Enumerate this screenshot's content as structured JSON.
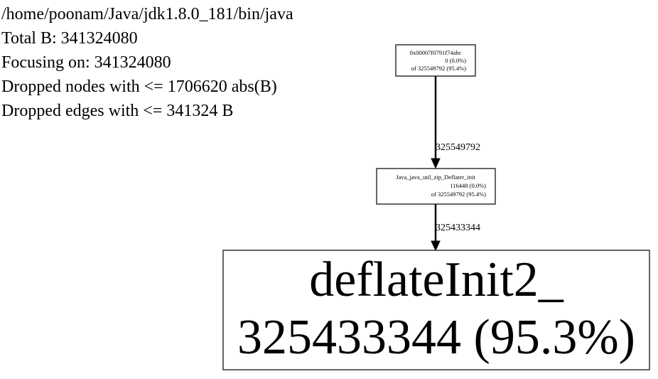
{
  "header": {
    "lines": [
      "/home/poonam/Java/jdk1.8.0_181/bin/java",
      "Total B: 341324080",
      "Focusing on: 341324080",
      "Dropped nodes with <= 1706620 abs(B)",
      "Dropped edges with <= 341324 B"
    ]
  },
  "nodes": {
    "root": {
      "name": "0x00007f0791f74abc",
      "flat": "0 (0.0%)",
      "cum": "of 325549792 (95.4%)"
    },
    "deflater": {
      "name": "Java_java_util_zip_Deflater_init",
      "flat": "116448 (0.0%)",
      "cum": "of 325549792 (95.4%)"
    },
    "deflateinit": {
      "name": "deflateInit2_",
      "flat": "325433344 (95.3%)"
    }
  },
  "edges": {
    "root_to_deflater": "325549792",
    "deflater_to_deflateinit": "325433344"
  }
}
